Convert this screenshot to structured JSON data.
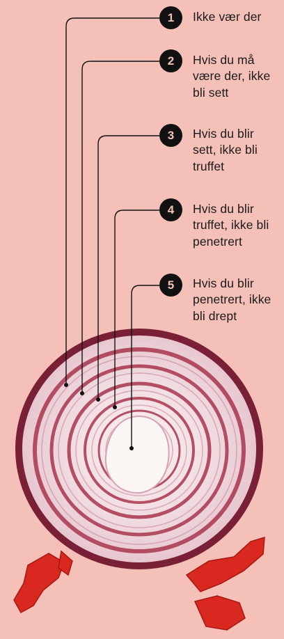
{
  "colors": {
    "background": "#f5c0b8",
    "badge": "#111111",
    "badge_text": "#f5c0b8",
    "onion_ring": "#a8354f",
    "onion_flesh": "#f3dfe2",
    "peel": "#d8281f"
  },
  "steps": [
    {
      "number": "1",
      "text": "Ikke vær der"
    },
    {
      "number": "2",
      "text": "Hvis du må være der, ikke bli sett"
    },
    {
      "number": "3",
      "text": "Hvis du blir sett, ikke bli truffet"
    },
    {
      "number": "4",
      "text": "Hvis du blir truffet, ikke bli penetrert"
    },
    {
      "number": "5",
      "text": "Hvis du blir penetrert, ikke bli drept"
    }
  ]
}
